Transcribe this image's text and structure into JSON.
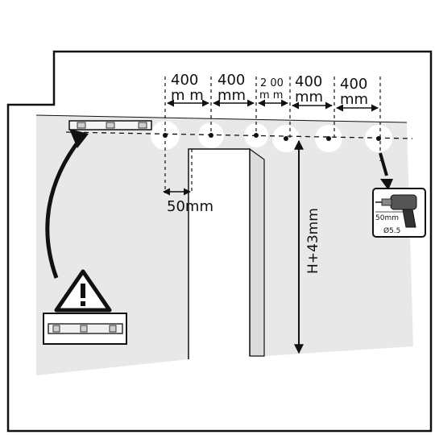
{
  "dimensions": {
    "spacing_labels": [
      {
        "value": "400",
        "unit": "m m"
      },
      {
        "value": "400",
        "unit": "mm"
      },
      {
        "value": "2 00",
        "unit": "m m"
      },
      {
        "value": "400",
        "unit": "mm"
      },
      {
        "value": "400",
        "unit": "mm"
      }
    ],
    "offset_label": "50mm",
    "height_label": "H+43mm"
  },
  "drill": {
    "depth_label": "50mm",
    "diameter_label": "Ø5.5"
  },
  "icons": {
    "warning": "warning-triangle-icon",
    "level": "spirit-level-icon",
    "drill": "drill-icon"
  },
  "colors": {
    "wall": "#e8e8e8",
    "line": "#111111",
    "background": "#ffffff"
  }
}
